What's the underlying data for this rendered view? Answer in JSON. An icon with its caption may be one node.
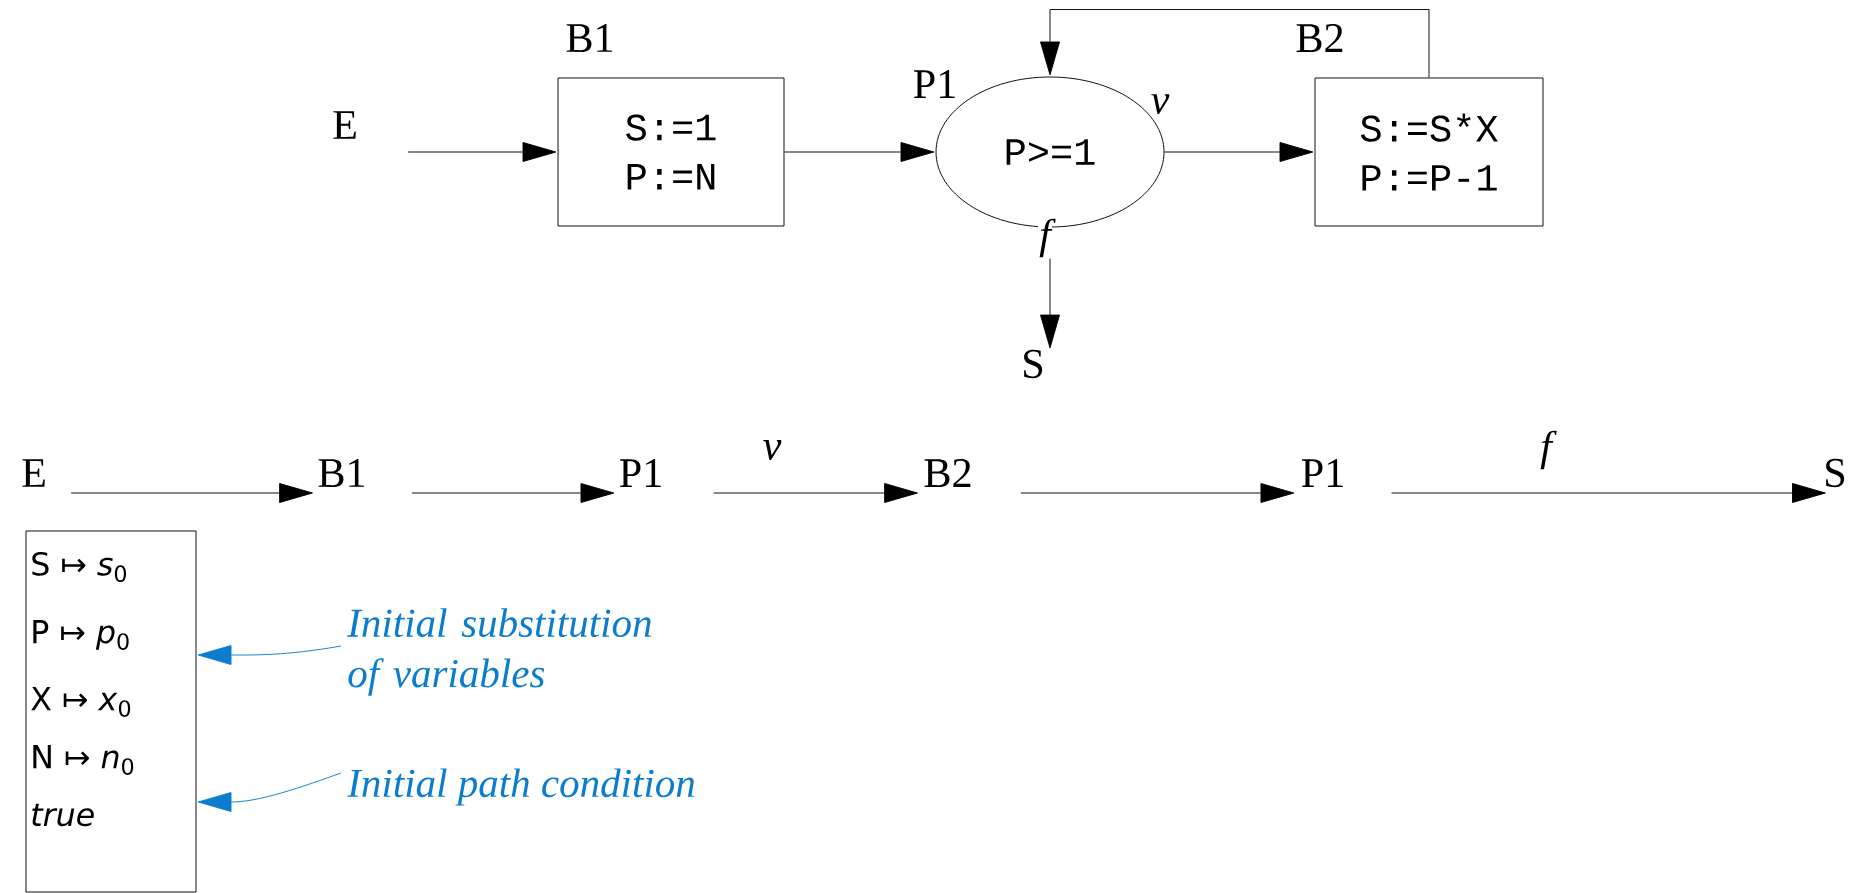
{
  "diagram": {
    "nodes": [
      {
        "text": [
          "E"
        ]
      },
      {
        "text": [
          "B1",
          "S:=1",
          "P:=N"
        ]
      },
      {
        "text": [
          "P1",
          "P>=1"
        ]
      },
      {
        "text": [
          "B2",
          "S:=S*X",
          "P:=P-1"
        ]
      },
      {
        "text": [
          "S"
        ]
      },
      {
        "text": [
          "E"
        ]
      },
      {
        "text": [
          "B1"
        ]
      },
      {
        "text": [
          "P1"
        ]
      },
      {
        "text": [
          "B2"
        ]
      },
      {
        "text": [
          "P1"
        ]
      },
      {
        "text": [
          "S"
        ]
      },
      {
        "text": [
          "S ↦ *s*$_{0}$",
          "P ↦ *p*$_{0}$",
          "X ↦ *x*$_{0}$",
          "N ↦ *n*$_{0}$",
          "true"
        ]
      },
      {
        "text": [
          "Initial substitution of variables"
        ]
      },
      {
        "text": [
          "Initial path condition"
        ]
      }
    ],
    "edges": [
      {
        "from": 0,
        "to": 1,
        "arrow": "to"
      },
      {
        "from": 1,
        "to": 2,
        "arrow": "to"
      },
      {
        "from": 2,
        "to": 3,
        "arrow": "to",
        "label": "v"
      },
      {
        "from": 3,
        "to": 2,
        "arrow": "to"
      },
      {
        "from": 2,
        "to": 4,
        "arrow": "to",
        "label": "f"
      },
      {
        "from": 5,
        "to": 6,
        "arrow": "to"
      },
      {
        "from": 6,
        "to": 7,
        "arrow": "to"
      },
      {
        "from": 7,
        "to": 8,
        "arrow": "to",
        "label": "v"
      },
      {
        "from": 8,
        "to": 9,
        "arrow": "to"
      },
      {
        "from": 9,
        "to": 10,
        "arrow": "to",
        "label": "f"
      },
      {
        "from": 12,
        "to": 11,
        "arrow": "to",
        "color": "#0b7dcc"
      },
      {
        "from": 13,
        "to": 11,
        "arrow": "to",
        "color": "#0b7dcc"
      }
    ]
  }
}
